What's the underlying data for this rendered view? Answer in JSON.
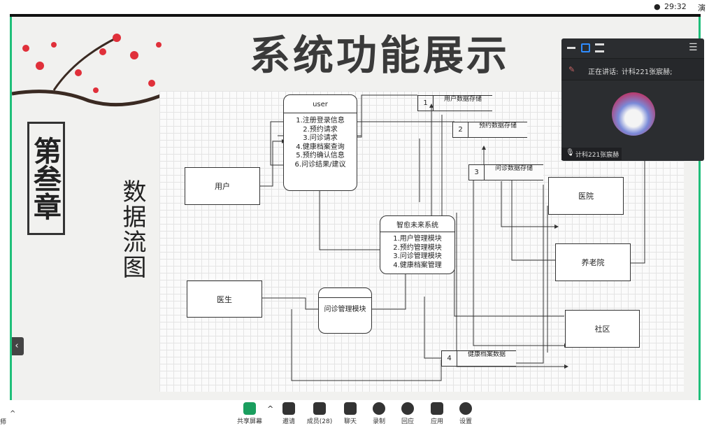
{
  "topbar": {
    "timer": "29:32",
    "present_label": "演"
  },
  "slide": {
    "title": "系统功能展示",
    "chapter": "第叁章",
    "subtitle": "数据流图",
    "diagram": {
      "user": {
        "header": "user",
        "lines": [
          "1.注册登录信息",
          "2.预约请求",
          "3.问诊请求",
          "4.健康档案查询",
          "5.预约确认信息",
          "6.问诊结果/建议"
        ]
      },
      "system": {
        "header": "智愈未来系统",
        "lines": [
          "1.用户管理模块",
          "2.预约管理模块",
          "3.问诊管理模块",
          "4.健康档案管理"
        ]
      },
      "consult_module": "问诊管理模块",
      "entities": {
        "user_entity": "用户",
        "doctor": "医生",
        "hospital": "医院",
        "nursing_home": "养老院",
        "community": "社区"
      },
      "stores": [
        {
          "num": "1",
          "label": "用户数据存储"
        },
        {
          "num": "2",
          "label": "预约数据存储"
        },
        {
          "num": "3",
          "label": "问诊数据存储"
        },
        {
          "num": "4",
          "label": "健康档案数据"
        }
      ]
    }
  },
  "video": {
    "speaking_label": "正在讲话:",
    "speaker": "计科221张宸赫;",
    "name": "计科221张宸赫"
  },
  "toolbar": {
    "items": [
      "共享屏幕",
      "邀请",
      "成员(28)",
      "聊天",
      "录制",
      "回应",
      "应用",
      "设置"
    ],
    "left_label": "师"
  },
  "colors": {
    "accent": "#1fbf7a",
    "panel": "#2b2d30"
  }
}
